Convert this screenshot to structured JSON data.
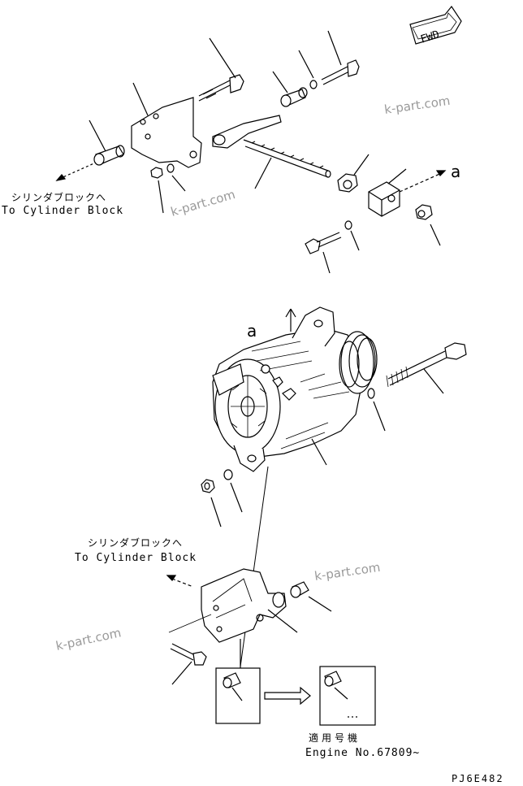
{
  "labels": {
    "fwd": "FWD",
    "cylinder_block_jp_1": "シリンダブロックへ",
    "cylinder_block_en_1": "To Cylinder Block",
    "cylinder_block_jp_2": "シリンダブロックへ",
    "cylinder_block_en_2": "To Cylinder Block",
    "ref_a_top": "a",
    "ref_a_mid": "a",
    "applicable_jp": "適用号機",
    "engine_no": "Engine No.67809~",
    "drawing_code": "PJ6E482"
  },
  "watermarks": [
    "k-part.com",
    "k-part.com",
    "k-part.com",
    "k-part.com"
  ]
}
